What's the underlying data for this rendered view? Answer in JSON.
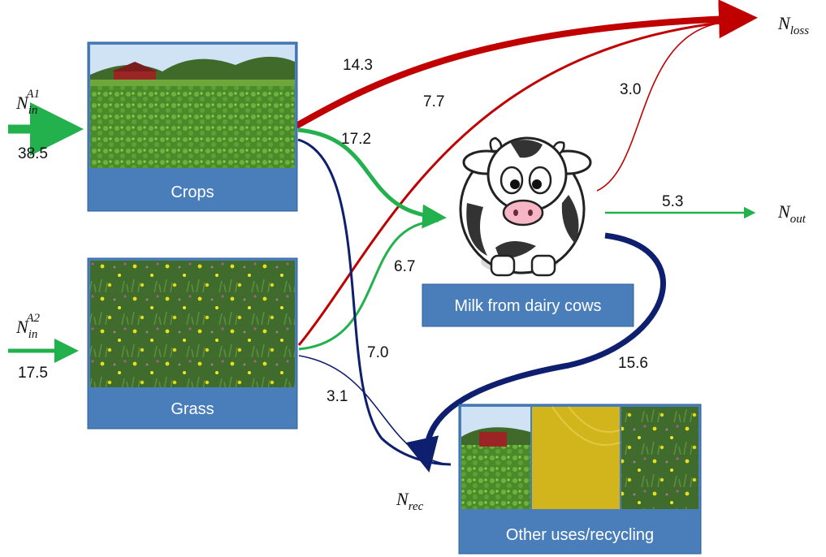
{
  "nodes": {
    "crops": {
      "label": "Crops"
    },
    "grass": {
      "label": "Grass"
    },
    "milk": {
      "label": "Milk from dairy cows"
    },
    "other": {
      "label": "Other uses/recycling"
    }
  },
  "inputs": {
    "a1": {
      "symbol": "N",
      "sub": "in",
      "sup": "A1",
      "value": "38.5"
    },
    "a2": {
      "symbol": "N",
      "sub": "in",
      "sup": "A2",
      "value": "17.5"
    }
  },
  "outputs": {
    "loss": {
      "symbol": "N",
      "sub": "loss"
    },
    "out": {
      "symbol": "N",
      "sub": "out"
    },
    "rec": {
      "symbol": "N",
      "sub": "rec"
    }
  },
  "flows": {
    "crops_loss": "14.3",
    "grass_loss": "7.7",
    "cows_loss": "3.0",
    "crops_milk": "17.2",
    "grass_milk": "6.7",
    "milk_out": "5.3",
    "crops_rec": "7.0",
    "grass_rec": "3.1",
    "cows_rec": "15.6"
  },
  "colors": {
    "loss": "#c00000",
    "milk": "#22b14c",
    "rec": "#0d1f6e",
    "box": "#4a7ebb"
  }
}
